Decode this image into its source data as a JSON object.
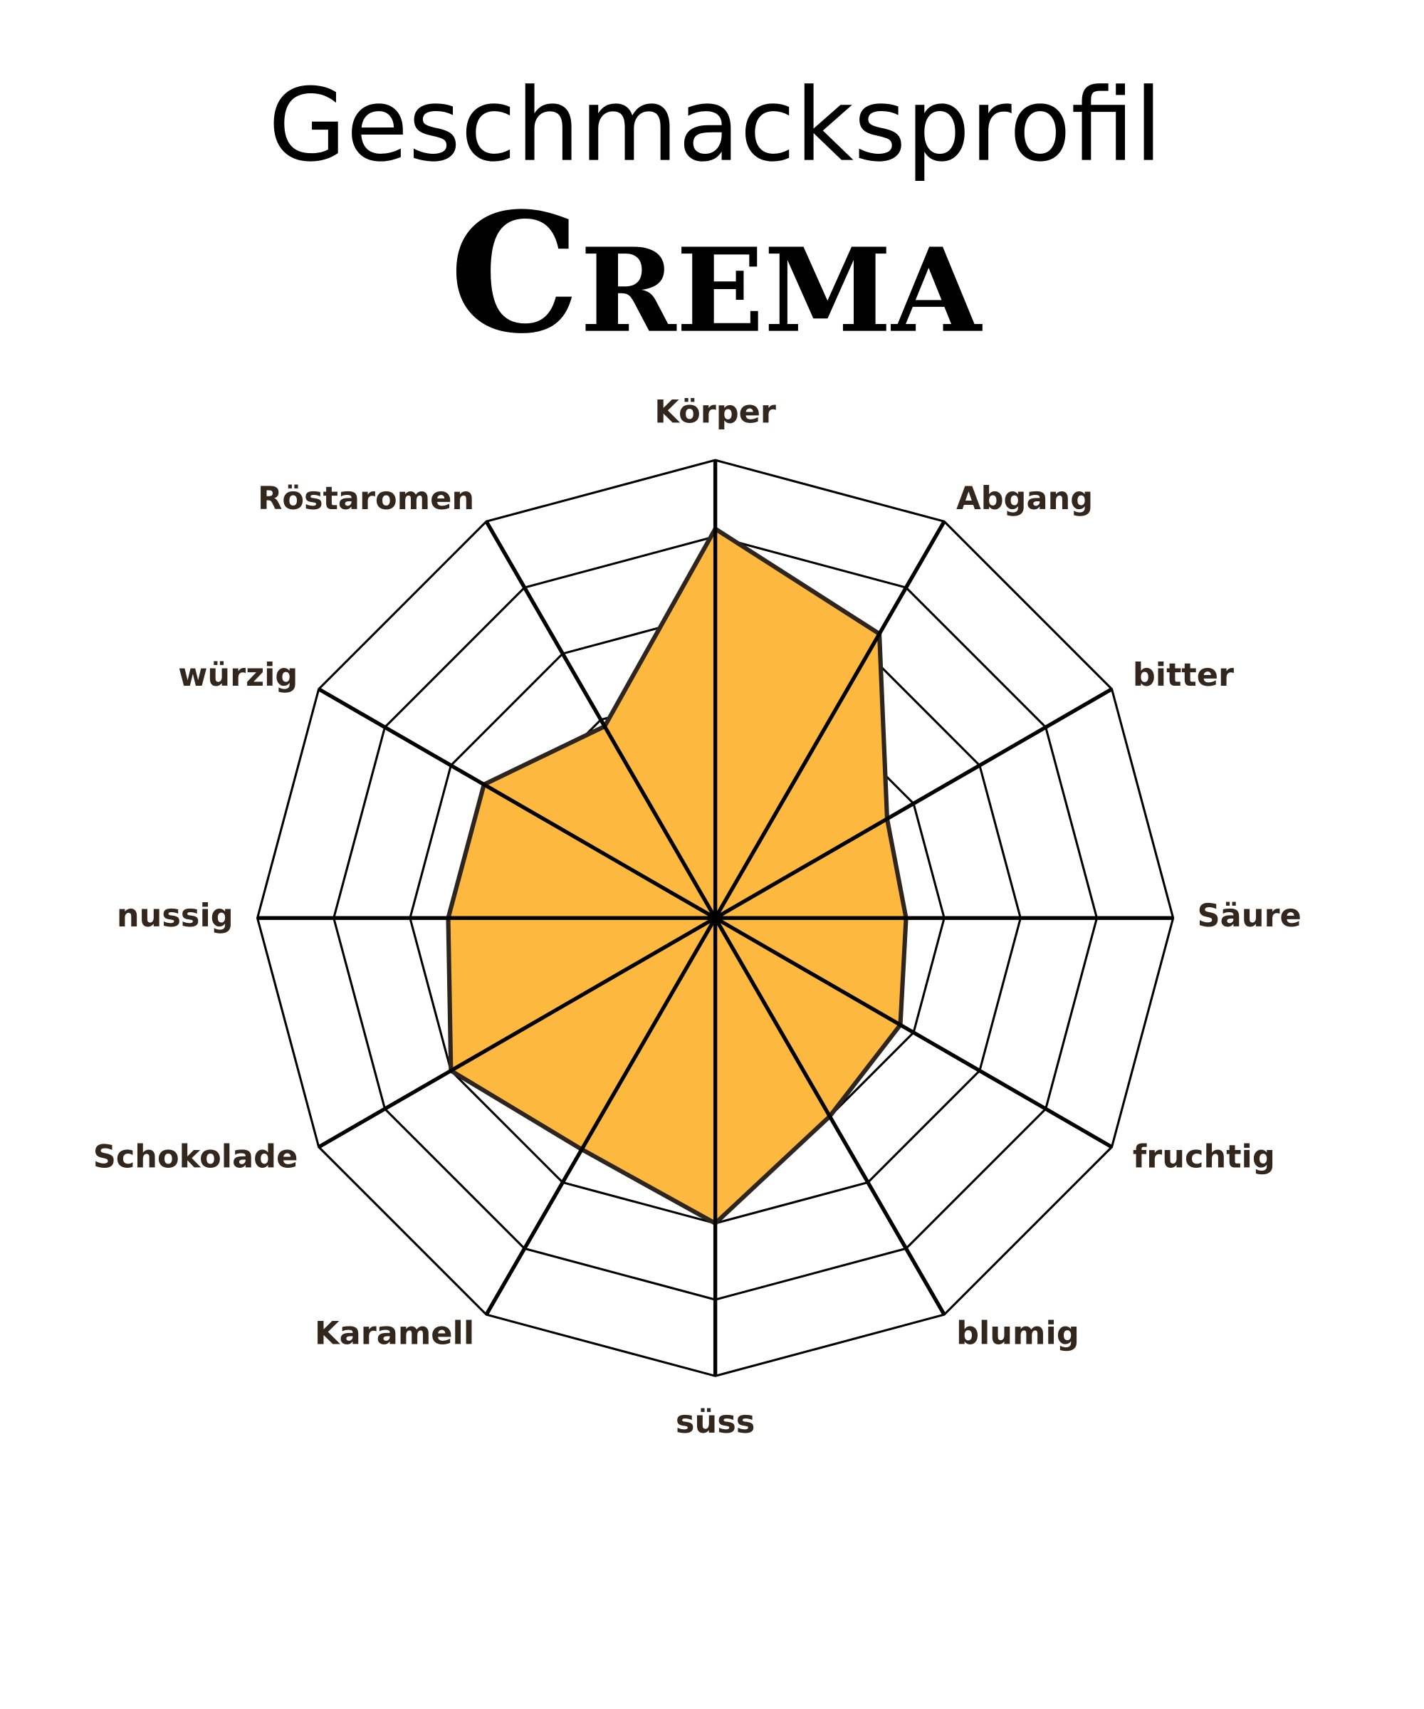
{
  "chart_data": {
    "type": "radar",
    "title": "Geschmacksprofil",
    "subtitle": "Crema",
    "categories": [
      "Körper",
      "Abgang",
      "bitter",
      "Säure",
      "fruchtig",
      "blumig",
      "süss",
      "Karamell",
      "Schokolade",
      "nussig",
      "würzig",
      "Röstaromen"
    ],
    "values": [
      5.1,
      4.3,
      2.6,
      2.5,
      2.8,
      3.0,
      4.0,
      3.5,
      4.0,
      3.5,
      3.5,
      2.9
    ],
    "rmax": 6,
    "rings": 6,
    "grid": true,
    "colors": {
      "fill": "#fdb840",
      "stroke": "#2e261e",
      "grid": "#000000",
      "label": "#33261c"
    }
  }
}
